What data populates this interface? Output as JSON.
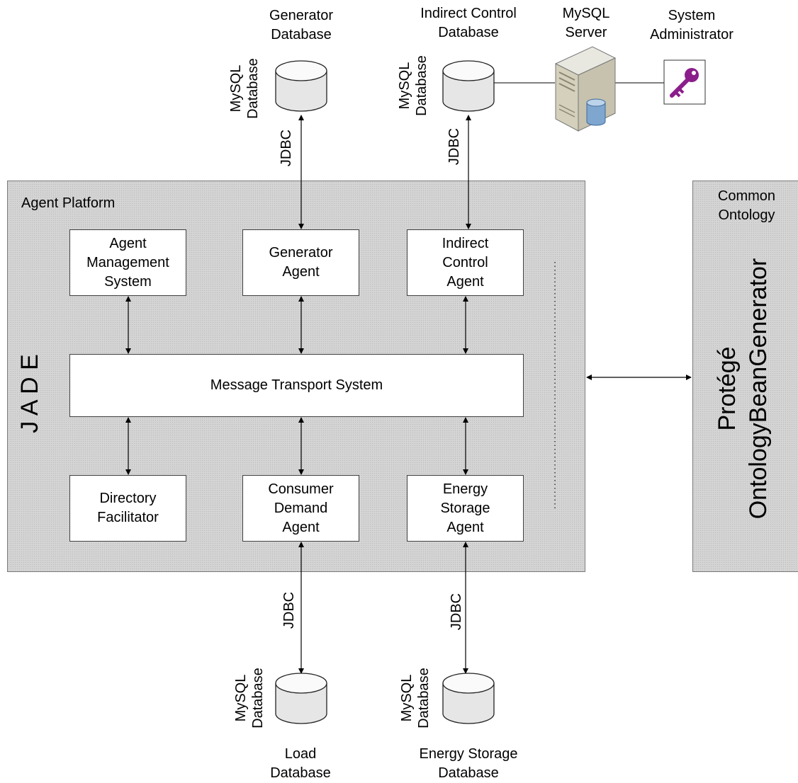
{
  "platform": {
    "label": "Agent Platform",
    "jade": "J A D E"
  },
  "ontology": {
    "label": "Common\nOntology",
    "protege": "Protégé\nOntologyBeanGenerator"
  },
  "agents": {
    "ams": "Agent\nManagement\nSystem",
    "generator": "Generator\nAgent",
    "indirect": "Indirect\nControl\nAgent",
    "mts": "Message Transport System",
    "df": "Directory\nFacilitator",
    "consumer": "Consumer\nDemand\nAgent",
    "storage": "Energy\nStorage\nAgent"
  },
  "databases": {
    "generator_title": "Generator\nDatabase",
    "indirect_title": "Indirect Control\nDatabase",
    "load_title": "Load\nDatabase",
    "storage_title": "Energy Storage\nDatabase",
    "db_type": "MySQL\nDatabase",
    "connector": "JDBC"
  },
  "server": {
    "title": "MySQL\nServer"
  },
  "admin": {
    "title": "System\nAdministrator"
  },
  "colors": {
    "platform_fill": "#d4d4d4",
    "key_purple": "#8b1e8b"
  }
}
